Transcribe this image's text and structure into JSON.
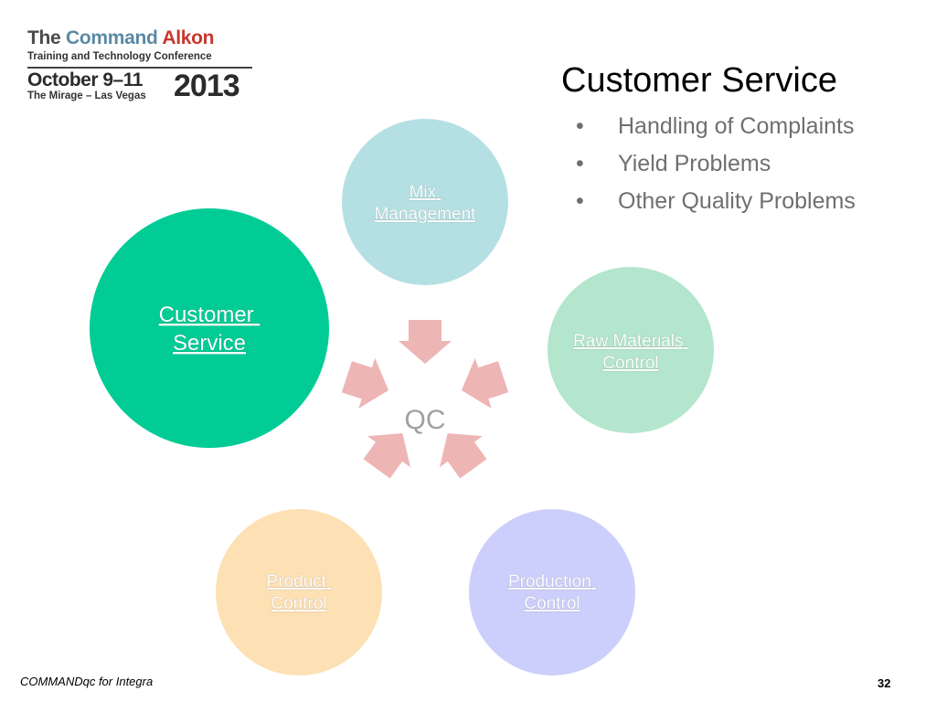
{
  "logo": {
    "the": "The",
    "command": "Command",
    "alkon": "Alkon",
    "line2": "Training and Technology Conference",
    "dates": "October 9–11",
    "venue": "The Mirage – Las Vegas",
    "year": "2013"
  },
  "title": "Customer Service",
  "bullets": [
    "Handling of Complaints",
    "Yield Problems",
    "Other Quality Problems"
  ],
  "diagram": {
    "center": "QC",
    "nodes": [
      {
        "id": "mix",
        "lines": [
          "Mix",
          "Management"
        ],
        "color": "#b5e0e3",
        "text_color": "#ffffff"
      },
      {
        "id": "raw",
        "lines": [
          "Raw Materials",
          "Control"
        ],
        "color": "#b3e6cc",
        "text_color": "#ffffff"
      },
      {
        "id": "production",
        "lines": [
          "Production",
          "Control"
        ],
        "color": "#cccffb",
        "text_color": "#ffffff"
      },
      {
        "id": "product",
        "lines": [
          "Product",
          "Control"
        ],
        "color": "#fde0b3",
        "text_color": "#ffffff"
      },
      {
        "id": "customer",
        "lines": [
          "Customer",
          "Service"
        ],
        "color": "#02cc96",
        "text_color": "#ffffff"
      }
    ],
    "arrow_color": "#eeb5b5"
  },
  "footer": {
    "left": "COMMANDqc for Integra",
    "page": "32"
  }
}
